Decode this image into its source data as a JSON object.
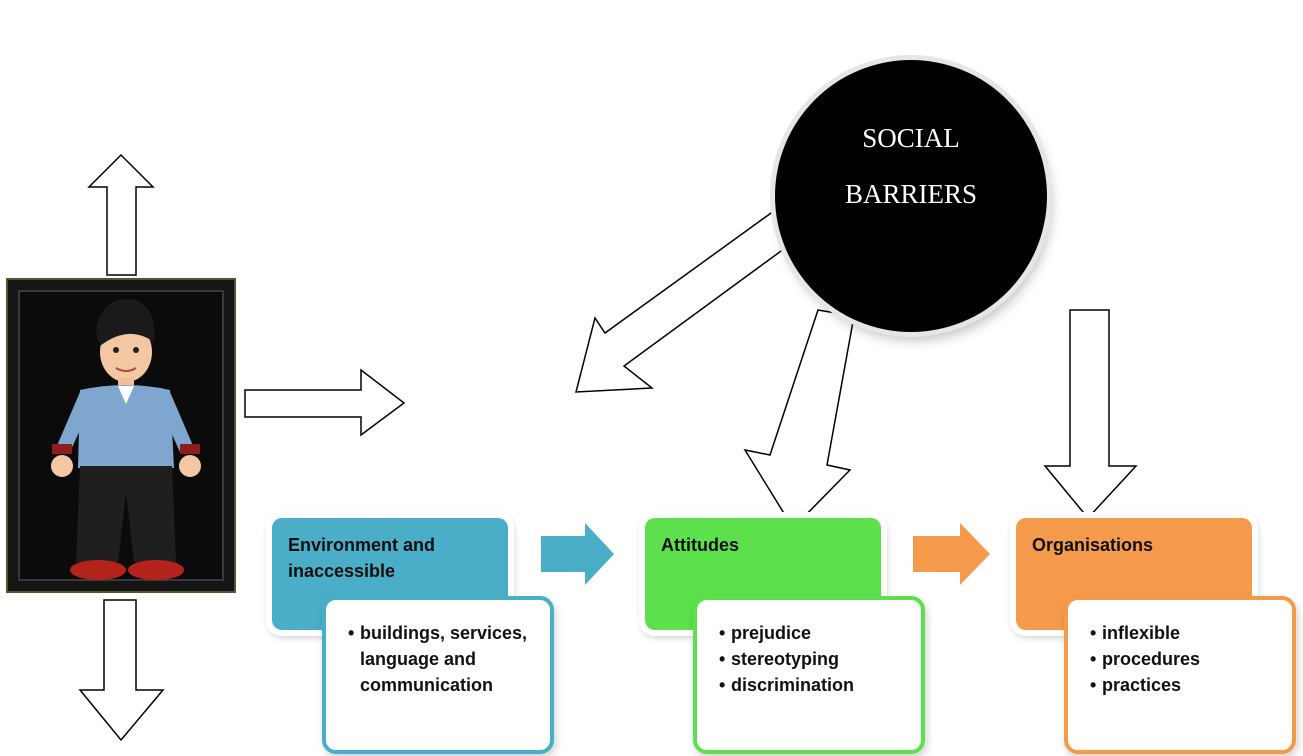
{
  "social_barriers": {
    "line1": "SOCIAL",
    "line2": "BARRIERS"
  },
  "columns": [
    {
      "title": "Environment and inaccessible",
      "color": "#4aaec8",
      "items": [
        "buildings, services, language and communication"
      ]
    },
    {
      "title": "Attitudes",
      "color": "#5ce04c",
      "items": [
        "prejudice",
        "stereotyping",
        "discrimination"
      ]
    },
    {
      "title": "Organisations",
      "color": "#f59a4a",
      "items": [
        "inflexible",
        "procedures",
        "practices"
      ]
    }
  ],
  "connector_colors": {
    "first": "#4aaec8",
    "second": "#f59a4a"
  },
  "portrait": {
    "icon": "cartoon-boy-figure"
  }
}
